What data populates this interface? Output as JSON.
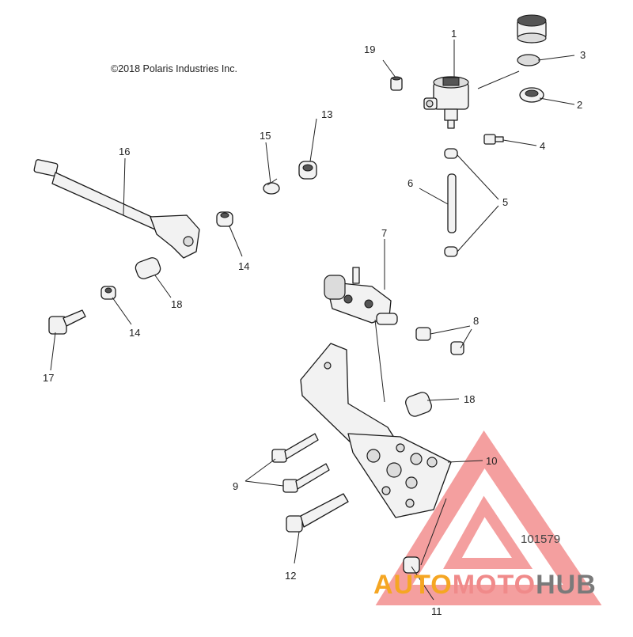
{
  "copyright": "©2018 Polaris Industries Inc.",
  "diagram_number": "101579",
  "callouts": [
    {
      "id": "c1",
      "label": "1"
    },
    {
      "id": "c2",
      "label": "2"
    },
    {
      "id": "c3",
      "label": "3"
    },
    {
      "id": "c4",
      "label": "4"
    },
    {
      "id": "c5",
      "label": "5"
    },
    {
      "id": "c6",
      "label": "6"
    },
    {
      "id": "c7",
      "label": "7"
    },
    {
      "id": "c8",
      "label": "8"
    },
    {
      "id": "c9",
      "label": "9"
    },
    {
      "id": "c10",
      "label": "10"
    },
    {
      "id": "c11",
      "label": "11"
    },
    {
      "id": "c12",
      "label": "12"
    },
    {
      "id": "c13",
      "label": "13"
    },
    {
      "id": "c14a",
      "label": "14"
    },
    {
      "id": "c14b",
      "label": "14"
    },
    {
      "id": "c15",
      "label": "15"
    },
    {
      "id": "c16",
      "label": "16"
    },
    {
      "id": "c17",
      "label": "17"
    },
    {
      "id": "c18a",
      "label": "18"
    },
    {
      "id": "c18b",
      "label": "18"
    },
    {
      "id": "c19",
      "label": "19"
    }
  ],
  "watermark": {
    "part1": "AUTO",
    "part2": "MOTO",
    "part3": "HUB",
    "colors": {
      "auto": "#f5a623",
      "moto": "#f08a8a",
      "hub": "#7a7a7a",
      "triangle": "#f28e8e"
    }
  }
}
